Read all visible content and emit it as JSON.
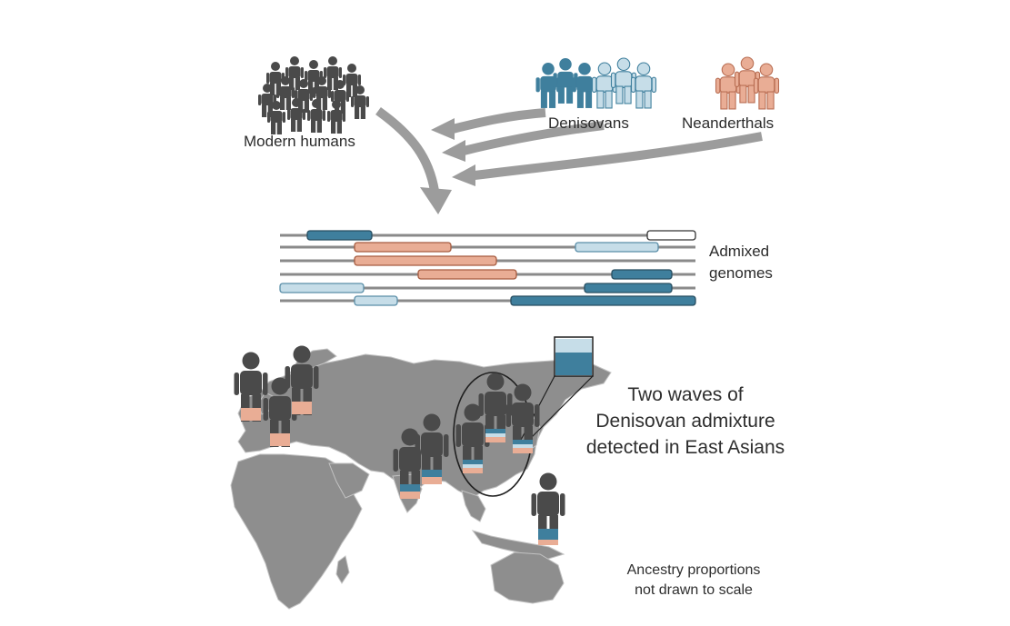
{
  "labels": {
    "modern_humans": "Modern humans",
    "denisovans": "Denisovans",
    "neanderthals": "Neanderthals",
    "admixed_line1": "Admixed",
    "admixed_line2": "genomes",
    "waves_line1": "Two waves of",
    "waves_line2": "Denisovan admixture",
    "waves_line3": "detected in East Asians",
    "scale_line1": "Ancestry proportions",
    "scale_line2": "not drawn to scale"
  },
  "colors": {
    "modern": "#4a4a4a",
    "denisovan_dark": "#3f7f9d",
    "denisovan_light": "#c6dde8",
    "neanderthal": "#e9ad95",
    "arrow": "#9c9c9c",
    "map": "#8e8e8e",
    "genome_line": "#8a8a8a"
  }
}
